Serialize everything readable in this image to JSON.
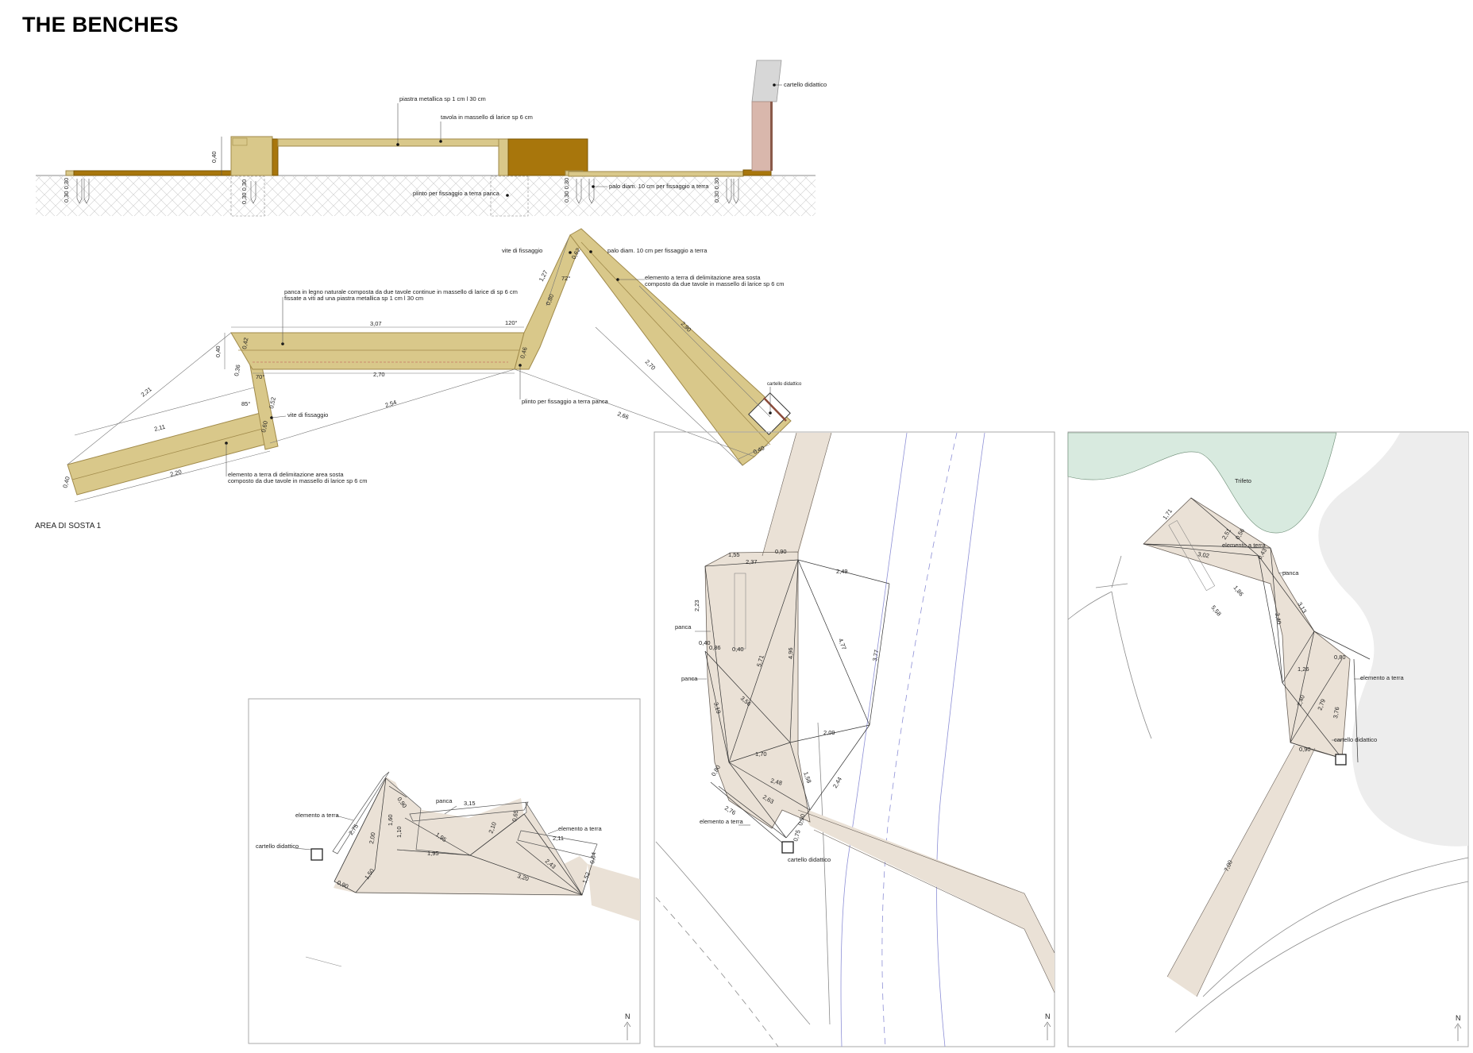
{
  "title": "THE BENCHES",
  "section": {
    "piastra": "piastra metallica sp 1 cm l 30 cm",
    "tavola": "tavola in massello di larice sp 6 cm",
    "cartello": "cartello didattico",
    "plinto": "plinto per fissaggio a terra panca",
    "palo": "palo diam. 10 cm per fissaggio a terra",
    "h040": "0,40",
    "depth": "0,30 0,30"
  },
  "plan": {
    "area_label": "AREA DI SOSTA 1",
    "vite1": "vite di fissaggio",
    "palo": "palo diam. 10 cm per fissaggio a terra",
    "elemento_top_1": "elemento a terra di delimitazione area sosta",
    "elemento_top_2": "composto da due tavole in massello di larice sp 6 cm",
    "panca_1": "panca in legno naturale composta da due tavole continue in massello di larice di sp 6 cm",
    "panca_2": "fissate a viti ad una piastra metallica sp 1 cm l 30 cm",
    "plinto": "plinto per fissaggio a terra panca",
    "vite2": "vite di fissaggio",
    "elemento_bot_1": "elemento a terra di delimitazione area sosta",
    "elemento_bot_2": "composto da due tavole in massello di larice sp 6 cm",
    "cartello": "cartello didattico",
    "dims": {
      "d307": "3,07",
      "d270": "2,70",
      "d120": "120°",
      "d040a": "0,40",
      "d042": "0,42",
      "d036": "0,36",
      "d070": "70°",
      "d221": "2,21",
      "d211": "2,11",
      "d220": "2,20",
      "d040b": "0,40",
      "d085": "85°",
      "d052": "0,52",
      "d060": "0,60",
      "d254": "2,54",
      "d266": "2,66",
      "d046": "0,46",
      "d080": "0,80",
      "d127": "1,27",
      "d072": "72°",
      "d062": "0,62",
      "d290": "2,90",
      "d270b": "2,70",
      "d040c": "0,40"
    }
  },
  "map1": {
    "elemento1": "elemento a terra",
    "panca": "panca",
    "elemento2": "elemento a terra",
    "cartello": "cartello didattico",
    "north": "N",
    "dims": {
      "a": "0,90",
      "b": "3,15",
      "c": "2,75",
      "d": "2,00",
      "e": "1,60",
      "f": "1,10",
      "g": "1,95",
      "h": "1,95",
      "i": "2,10",
      "j": "0,65",
      "k": "2,11",
      "l": "0,64",
      "m": "2,43",
      "n": "1,52",
      "o": "3,20",
      "p": "1,50",
      "q": "0,90"
    }
  },
  "map2": {
    "panca1": "panca",
    "panca2": "panca",
    "elemento": "elemento a terra",
    "cartello": "cartello didattico",
    "north": "N",
    "dims": {
      "a": "1,55",
      "b": "0,90",
      "c": "2,37",
      "d": "2,49",
      "e": "2,23",
      "f": "0,40",
      "g": "0,86",
      "h": "0,40",
      "i": "5,71",
      "j": "4,96",
      "k": "4,77",
      "l": "3,77",
      "m": "3,19",
      "n": "3,56",
      "o": "2,09",
      "p": "1,70",
      "q": "0,80",
      "r": "2,48",
      "s": "1,58",
      "t": "2,44",
      "u": "2,63",
      "v": "2,76",
      "w": "0,90",
      "x": "0,75"
    }
  },
  "map3": {
    "trifeto": "Trifeto",
    "elemento1": "elemento a terra",
    "panca": "panca",
    "elemento2": "elemento a terra",
    "cartello": "cartello didattico",
    "north": "N",
    "dims": {
      "a": "1,71",
      "b": "2,51",
      "c": "0,56",
      "d": "3,02",
      "e": "0,43",
      "f": "1,86",
      "g": "5,58",
      "h": "3,40",
      "i": "3,13",
      "j": "0,80",
      "k": "1,26",
      "l": "2,40",
      "m": "2,79",
      "n": "3,76",
      "o": "0,90",
      "p": "7,00"
    }
  }
}
